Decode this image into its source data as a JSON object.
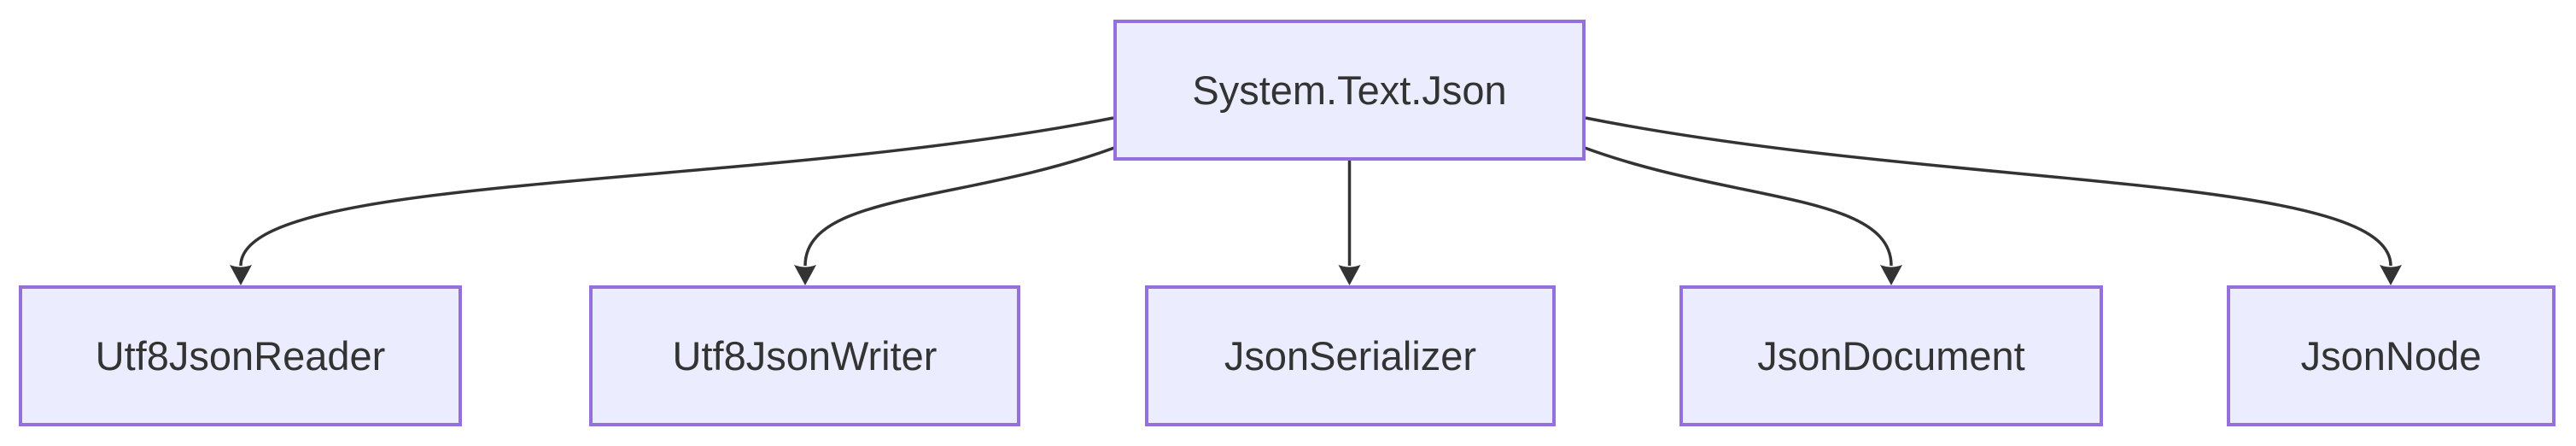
{
  "diagram": {
    "type": "flowchart",
    "direction": "top-down",
    "colors": {
      "background": "#FFFFFF",
      "node_fill": "#ECECFF",
      "node_border": "#9370DB",
      "edge_color": "#333333",
      "text_color": "#333333"
    },
    "root": {
      "id": "system-text-json",
      "label": "System.Text.Json"
    },
    "children": [
      {
        "id": "utf8-json-reader",
        "label": "Utf8JsonReader"
      },
      {
        "id": "utf8-json-writer",
        "label": "Utf8JsonWriter"
      },
      {
        "id": "json-serializer",
        "label": "JsonSerializer"
      },
      {
        "id": "json-document",
        "label": "JsonDocument"
      },
      {
        "id": "json-node",
        "label": "JsonNode"
      }
    ],
    "edges": [
      {
        "from": "System.Text.Json",
        "to": "Utf8JsonReader"
      },
      {
        "from": "System.Text.Json",
        "to": "Utf8JsonWriter"
      },
      {
        "from": "System.Text.Json",
        "to": "JsonSerializer"
      },
      {
        "from": "System.Text.Json",
        "to": "JsonDocument"
      },
      {
        "from": "System.Text.Json",
        "to": "JsonNode"
      }
    ]
  }
}
